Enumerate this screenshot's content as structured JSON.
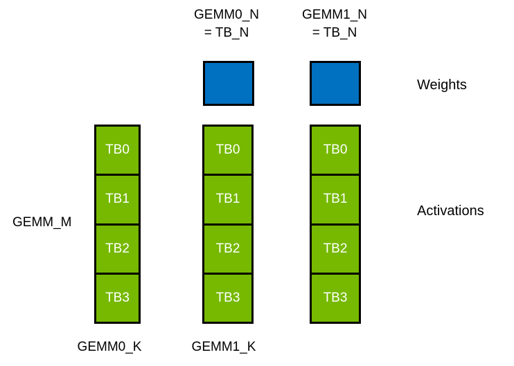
{
  "colors": {
    "background": "#ffffff",
    "weights_fill": "#0070C0",
    "activations_fill": "#76B900",
    "block_border": "#000000",
    "cell_text": "#ffffff",
    "label_text": "#000000"
  },
  "top_labels": [
    {
      "line1": "GEMM0_N",
      "line2": "= TB_N"
    },
    {
      "line1": "GEMM1_N",
      "line2": "= TB_N"
    }
  ],
  "labels": {
    "gemm_m": "GEMM_M",
    "weights": "Weights",
    "activations": "Activations",
    "gemm0_k": "GEMM0_K",
    "gemm1_k": "GEMM1_K"
  },
  "columns": [
    {
      "cells": [
        "TB0",
        "TB1",
        "TB2",
        "TB3"
      ]
    },
    {
      "cells": [
        "TB0",
        "TB1",
        "TB2",
        "TB3"
      ]
    },
    {
      "cells": [
        "TB0",
        "TB1",
        "TB2",
        "TB3"
      ]
    }
  ]
}
